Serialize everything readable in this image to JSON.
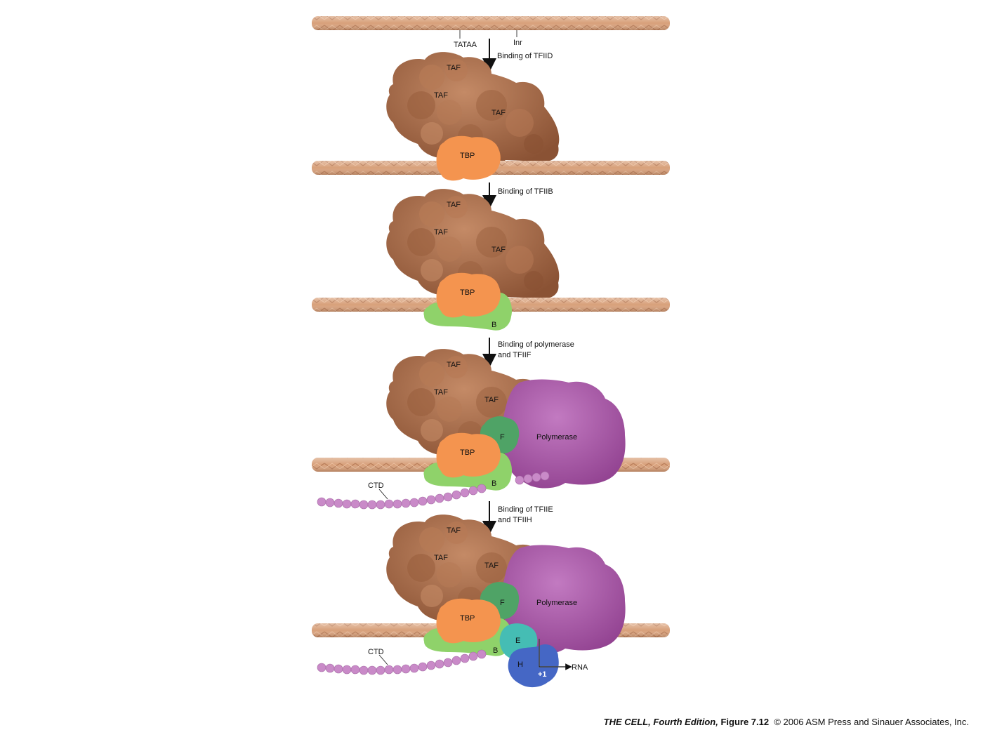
{
  "colors": {
    "dna": "#d8a07a",
    "dna_dark": "#b77a55",
    "taf": "#a86b47",
    "taf_dark": "#8a5234",
    "tbp": "#f4944f",
    "tfiib": "#8fd26a",
    "tfiif": "#4fa366",
    "polymerase": "#a751a6",
    "tfiie": "#45bdb4",
    "tfiih": "#4567c5",
    "ctd": "#c98ac8"
  },
  "promoter": {
    "tataa": "TATAA",
    "inr": "Inr"
  },
  "steps": {
    "tfiid": "Binding of TFIID",
    "tfiib": "Binding of TFIIB",
    "pol_line1": "Binding of polymerase",
    "pol_line2": "and TFIIF",
    "eh_line1": "Binding of TFIIE",
    "eh_line2": "and TFIIH"
  },
  "proteins": {
    "taf": "TAF",
    "tbp": "TBP",
    "b": "B",
    "f": "F",
    "e": "E",
    "h": "H",
    "polymerase": "Polymerase",
    "ctd": "CTD"
  },
  "start_site": {
    "plus_one": "+1",
    "rna": "RNA"
  },
  "caption": {
    "book": "THE CELL, Fourth Edition,",
    "figure": "Figure 7.12",
    "copyright": "© 2006 ASM Press and Sinauer Associates, Inc."
  }
}
